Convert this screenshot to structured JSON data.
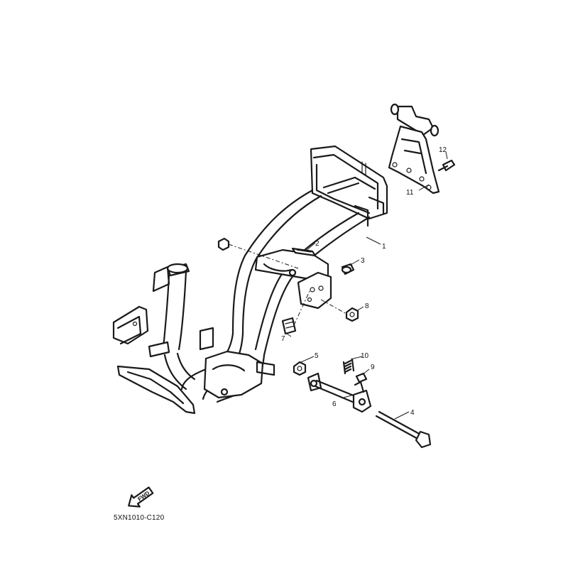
{
  "diagram_code": "5XN1010-C120",
  "fwd_label": "FWD",
  "callouts": [
    {
      "id": "1",
      "text": "1"
    },
    {
      "id": "2",
      "text": "2"
    },
    {
      "id": "3",
      "text": "3"
    },
    {
      "id": "4",
      "text": "4"
    },
    {
      "id": "5",
      "text": "5"
    },
    {
      "id": "6",
      "text": "6"
    },
    {
      "id": "7",
      "text": "7"
    },
    {
      "id": "8",
      "text": "8"
    },
    {
      "id": "9",
      "text": "9"
    },
    {
      "id": "10",
      "text": "10"
    },
    {
      "id": "11",
      "text": "11"
    },
    {
      "id": "12",
      "text": "12"
    }
  ]
}
